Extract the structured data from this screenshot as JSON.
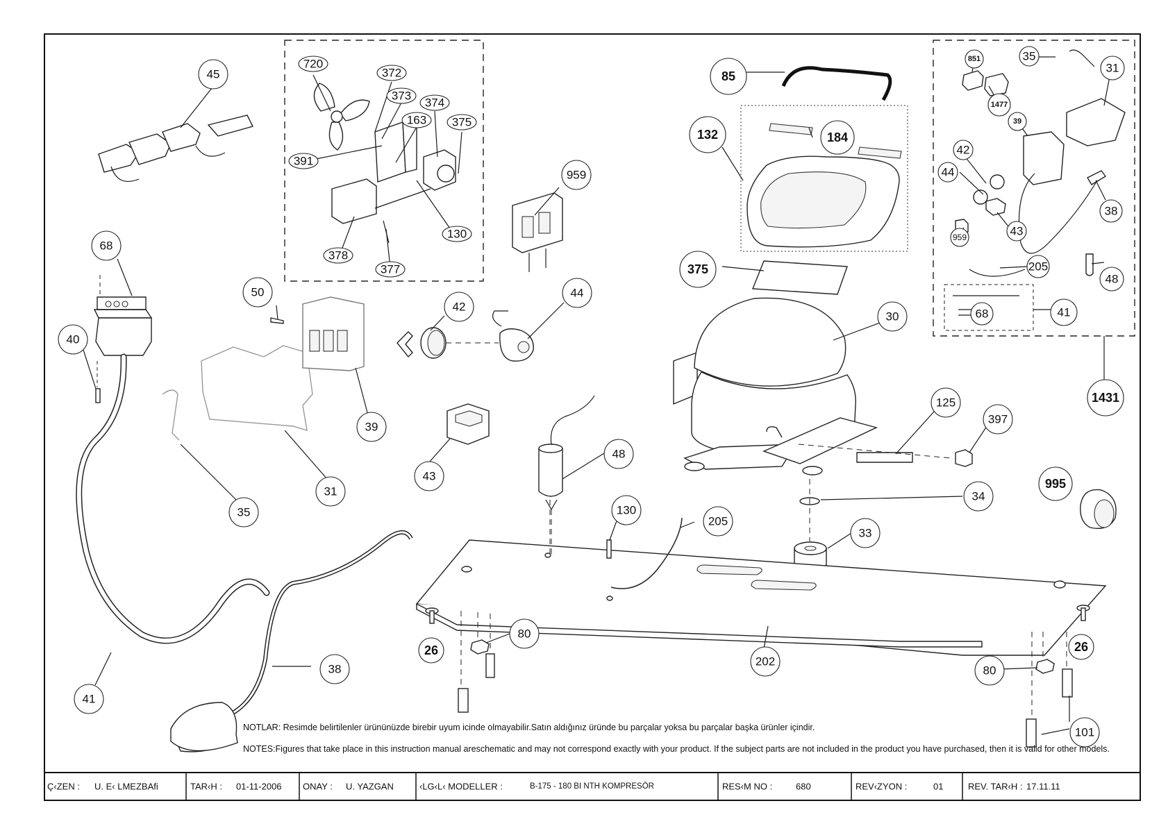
{
  "callouts": {
    "c45": "45",
    "c720": "720",
    "c372": "372",
    "c373": "373",
    "c374": "374",
    "c163": "163",
    "c375a": "375",
    "c391": "391",
    "c130a": "130",
    "c378": "378",
    "c377": "377",
    "c959a": "959",
    "c85": "85",
    "c132": "132",
    "c184": "184",
    "c375b": "375",
    "c851": "851",
    "c1477": "1477",
    "c35a": "35",
    "c31a": "31",
    "c39a": "39",
    "c42a": "42",
    "c44a": "44",
    "c38a": "38",
    "c43a": "43",
    "c959b": "959",
    "c205a": "205",
    "c48a": "48",
    "c68a": "68",
    "c41a": "41",
    "c1431": "1431",
    "c68b": "68",
    "c40": "40",
    "c50": "50",
    "c42b": "42",
    "c44b": "44",
    "c39b": "39",
    "c30": "30",
    "c125": "125",
    "c397": "397",
    "c31b": "31",
    "c43b": "43",
    "c48b": "48",
    "c35b": "35",
    "c34": "34",
    "c995": "995",
    "c130b": "130",
    "c205b": "205",
    "c33": "33",
    "c26a": "26",
    "c80a": "80",
    "c202": "202",
    "c26b": "26",
    "c80b": "80",
    "c41b": "41",
    "c38b": "38",
    "c101": "101"
  },
  "notes": {
    "tr": "NOTLAR: Resimde belirtilenler ürününüzde birebir  uyum icinde olmayabilir.Satın aldığınız üründe bu parçalar yoksa bu parçalar başka ürünler içindir.",
    "en": "NOTES:Figures that take place in this instruction manual areschematic  and may not correspond exactly with your product.  If the subject parts are not included in the product you have purchased, then it is  valid for other models."
  },
  "title_block": {
    "cizen_label": "Ç‹ZEN :",
    "cizen_value": "U. E‹ LMEZBAfi",
    "tarih_label": "TAR‹H :",
    "tarih_value": "01-11-2006",
    "onay_label": "ONAY :",
    "onay_value": "U. YAZGAN",
    "models_label": "‹LG‹L‹ MODELLER :",
    "models_value": "B-175 - 180 BI NTH KOMPRESÖR",
    "resim_label": "RES‹M NO :",
    "resim_value": "680",
    "revizyon_label": "REV‹ZYON :",
    "revizyon_value": "01",
    "revtarih_label": "REV. TAR‹H :",
    "revtarih_value": "17.11.11"
  }
}
